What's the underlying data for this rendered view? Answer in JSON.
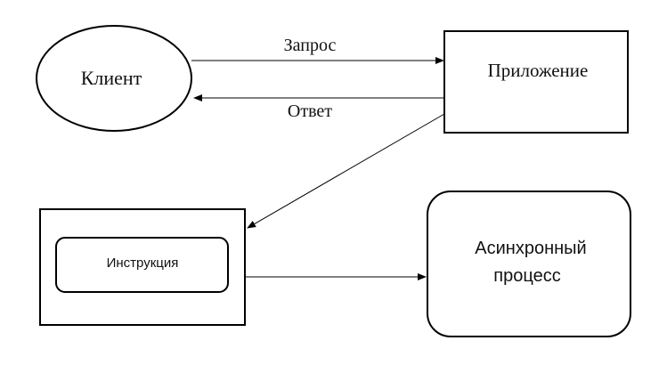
{
  "nodes": {
    "client": {
      "label": "Клиент"
    },
    "application": {
      "label": "Приложение"
    },
    "instruction": {
      "label": "Инструкция"
    },
    "async_process": {
      "label_line1": "Асинхронный",
      "label_line2": "процесс"
    }
  },
  "edges": {
    "request": {
      "label": "Запрос"
    },
    "response": {
      "label": "Ответ"
    }
  }
}
